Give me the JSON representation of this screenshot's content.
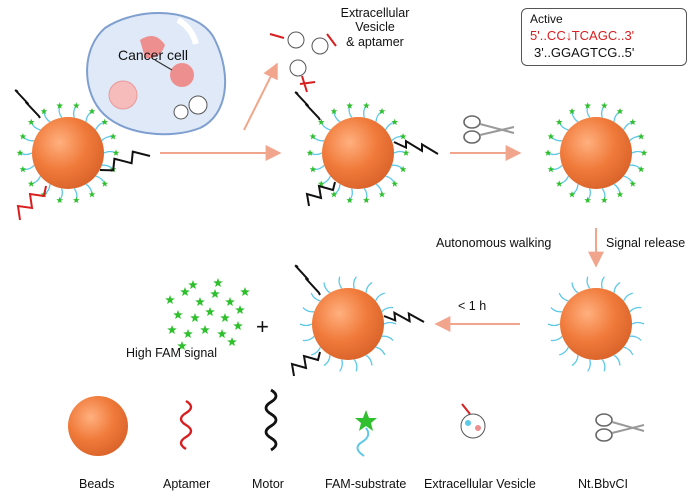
{
  "labels": {
    "cancer_cell": "Cancer cell",
    "ev_aptamer_line1": "Extracellular",
    "ev_aptamer_line2": "Vesicle",
    "ev_aptamer_line3": "& aptamer",
    "active": "Active",
    "seq_top_prefix": "5'..CC",
    "seq_top_suffix": "TCAGC..3'",
    "seq_bottom": "3'..GGAGTCG..5'",
    "autonomous_walking": "Autonomous walking",
    "signal_release": "Signal release",
    "time": "< 1 h",
    "high_fam": "High FAM signal",
    "plus": "+"
  },
  "legend": {
    "beads": "Beads",
    "aptamer": "Aptamer",
    "motor": "Motor",
    "fam_substrate": "FAM-substrate",
    "extracellular_vesicle": "Extracellular Vesicle",
    "enzyme": "Nt.BbvCI"
  },
  "colors": {
    "bead": "#f07a3a",
    "bead_dark": "#d9622a",
    "aptamer": "#d81e1e",
    "motor": "#111111",
    "substrate": "#5ec8e8",
    "fam_star": "#2fbf2f",
    "arrow": "#f1a58c",
    "cell_fill": "#dfe9f7",
    "cell_stroke": "#7f9fd0"
  }
}
